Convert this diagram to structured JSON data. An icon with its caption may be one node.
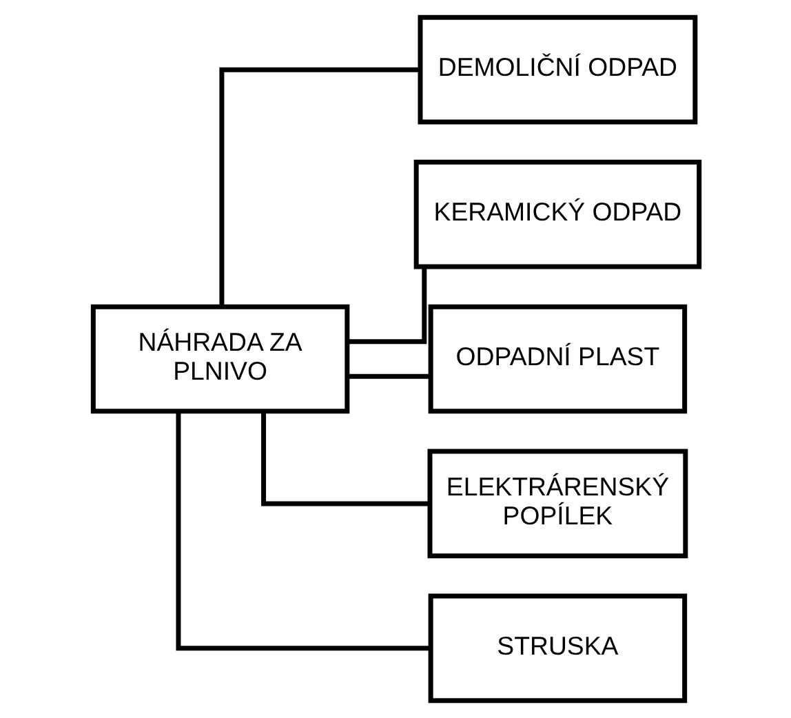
{
  "diagram": {
    "nodes": [
      {
        "text": [
          "NÁHRADA ZA PLNIVO"
        ]
      },
      {
        "text": [
          "DEMOLIČNÍ ODPAD"
        ]
      },
      {
        "text": [
          "KERAMICKÝ ODPAD"
        ]
      },
      {
        "text": [
          "ODPADNÍ PLAST"
        ]
      },
      {
        "text": [
          "ELEKTRÁRENSKÝ POPÍLEK"
        ]
      },
      {
        "text": [
          "STRUSKA"
        ]
      }
    ],
    "edges": [
      {
        "from": 0,
        "to": 1,
        "arrow": "none"
      },
      {
        "from": 0,
        "to": 2,
        "arrow": "none"
      },
      {
        "from": 0,
        "to": 3,
        "arrow": "none"
      },
      {
        "from": 0,
        "to": 4,
        "arrow": "none"
      },
      {
        "from": 0,
        "to": 5,
        "arrow": "none"
      }
    ]
  }
}
